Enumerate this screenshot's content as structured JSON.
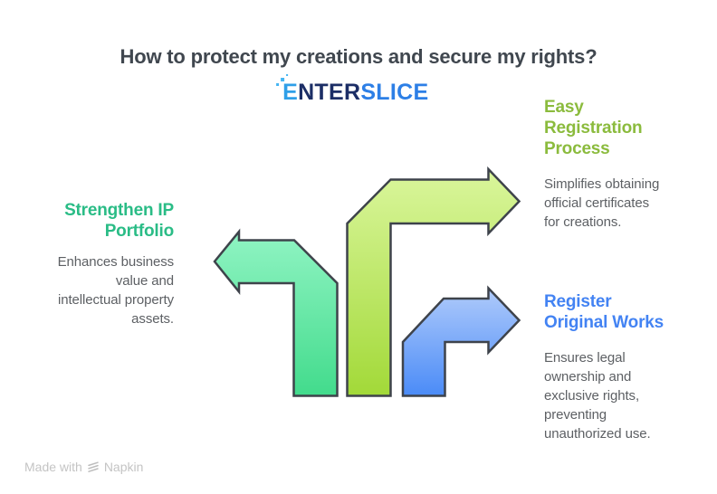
{
  "title": "How to protect my creations and secure my rights?",
  "logo": {
    "name": "ENTERSLICE",
    "part_e": "E",
    "part_nter": "NTER",
    "part_slice": "SLICE"
  },
  "items": [
    {
      "id": "strengthen-ip-portfolio",
      "heading": "Strengthen IP Portfolio",
      "heading_lines": [
        "Strengthen IP",
        "Portfolio"
      ],
      "body": "Enhances business value and intellectual property assets.",
      "body_lines": [
        "Enhances business",
        "value and",
        "intellectual property",
        "assets."
      ],
      "heading_color": "#2abc86",
      "arrow": {
        "direction": "left",
        "gradient_top": "#90f4c3",
        "gradient_bottom": "#42db8c"
      }
    },
    {
      "id": "easy-registration-process",
      "heading": "Easy Registration Process",
      "heading_lines": [
        "Easy",
        "Registration",
        "Process"
      ],
      "body": "Simplifies obtaining official certificates for creations.",
      "body_lines": [
        "Simplifies obtaining",
        "official certificates",
        "for creations."
      ],
      "heading_color": "#8bbb3d",
      "arrow": {
        "direction": "right",
        "gradient_top": "#daf69c",
        "gradient_bottom": "#a2d938"
      }
    },
    {
      "id": "register-original-works",
      "heading": "Register Original Works",
      "heading_lines": [
        "Register",
        "Original Works"
      ],
      "body": "Ensures legal ownership and exclusive rights, preventing unauthorized use.",
      "body_lines": [
        "Ensures legal",
        "ownership and",
        "exclusive rights,",
        "preventing",
        "unauthorized use."
      ],
      "heading_color": "#4383f3",
      "arrow": {
        "direction": "right",
        "gradient_top": "#b0cbfb",
        "gradient_bottom": "#4a8bf7"
      }
    }
  ],
  "footer": {
    "made_with": "Made with",
    "brand": "Napkin"
  },
  "colors": {
    "background": "#ffffff",
    "title_text": "#40474f",
    "body_text": "#5d6064",
    "arrow_outline": "#3e434b",
    "footer_text": "#c4c4c4",
    "logo_navy": "#1c2e66",
    "logo_blue": "#2d7fe6",
    "logo_light_blue": "#45b5f2"
  }
}
